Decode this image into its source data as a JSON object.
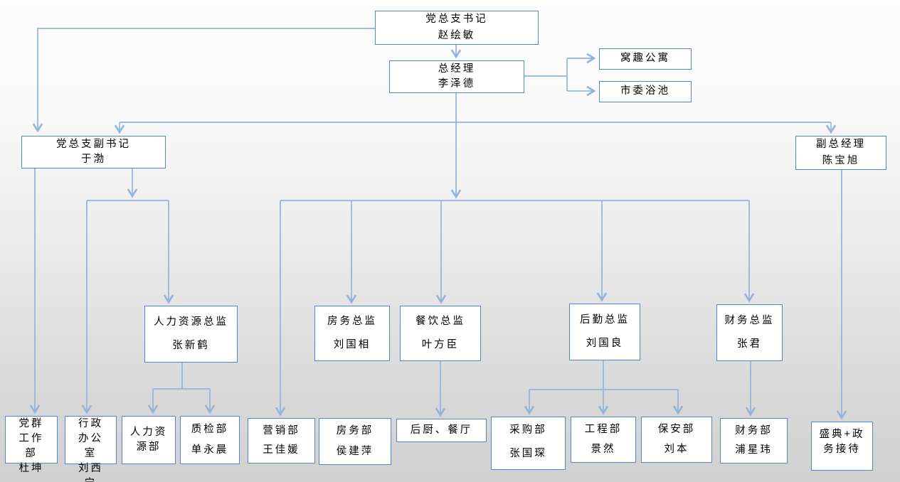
{
  "diagram_type": "org-chart",
  "colors": {
    "box_border": "#5585c8",
    "connector_line": "#94b3d9",
    "box_fill": "#ffffff",
    "text": "#000000",
    "background_top": "#fdfdfd",
    "background_bottom": "#d3d3d3"
  },
  "nodes": {
    "party_secretary": {
      "title": "党总支书记",
      "name": "赵绘敏"
    },
    "general_manager": {
      "title": "总经理",
      "name": "李泽德"
    },
    "woqu_apartment": {
      "label": "窝趣公寓"
    },
    "shiwei_bath": {
      "label": "市委浴池"
    },
    "deputy_party_secretary": {
      "title": "党总支副书记",
      "name": "于渤"
    },
    "deputy_general_manager": {
      "title": "副总经理",
      "name": "陈宝旭"
    },
    "hr_director": {
      "title": "人力资源总监",
      "name": "张新鹤"
    },
    "housekeeping_director": {
      "title": "房务总监",
      "name": "刘国相"
    },
    "fnb_director": {
      "title": "餐饮总监",
      "name": "叶方臣"
    },
    "logistics_director": {
      "title": "后勤总监",
      "name": "刘国良"
    },
    "finance_director": {
      "title": "财务总监",
      "name": "张君"
    },
    "party_mass_dept": {
      "title": "党群工作部",
      "name": "杜坤"
    },
    "admin_office": {
      "title": "行政办公室",
      "name": "刘西宁"
    },
    "hr_dept": {
      "title": "人力资源部"
    },
    "qc_dept": {
      "title": "质检部",
      "name": "单永晨"
    },
    "marketing_dept": {
      "title": "营销部",
      "name": "王佳媛"
    },
    "housekeeping_dept": {
      "title": "房务部",
      "name": "侯建萍"
    },
    "kitchen_dining": {
      "label": "后厨、餐厅"
    },
    "purchasing_dept": {
      "title": "采购部",
      "name": "张国琛"
    },
    "engineering_dept": {
      "title": "工程部",
      "name": "景然"
    },
    "security_dept": {
      "title": "保安部",
      "name": "刘本"
    },
    "finance_dept": {
      "title": "财务部",
      "name": "浦星玮"
    },
    "grand_events": {
      "label": "盛典+政务接待"
    }
  },
  "structure": {
    "edges": [
      [
        "party_secretary",
        "general_manager"
      ],
      [
        "party_secretary",
        "deputy_party_secretary"
      ],
      [
        "general_manager",
        "woqu_apartment"
      ],
      [
        "general_manager",
        "shiwei_bath"
      ],
      [
        "general_manager",
        "deputy_party_secretary"
      ],
      [
        "general_manager",
        "deputy_general_manager"
      ],
      [
        "general_manager",
        "marketing_dept"
      ],
      [
        "general_manager",
        "housekeeping_director"
      ],
      [
        "general_manager",
        "fnb_director"
      ],
      [
        "general_manager",
        "logistics_director"
      ],
      [
        "general_manager",
        "finance_director"
      ],
      [
        "deputy_party_secretary",
        "party_mass_dept"
      ],
      [
        "deputy_party_secretary",
        "admin_office"
      ],
      [
        "deputy_party_secretary",
        "hr_director"
      ],
      [
        "hr_director",
        "hr_dept"
      ],
      [
        "hr_director",
        "qc_dept"
      ],
      [
        "fnb_director",
        "kitchen_dining"
      ],
      [
        "logistics_director",
        "purchasing_dept"
      ],
      [
        "logistics_director",
        "engineering_dept"
      ],
      [
        "logistics_director",
        "security_dept"
      ],
      [
        "finance_director",
        "finance_dept"
      ],
      [
        "deputy_general_manager",
        "grand_events"
      ]
    ],
    "unconnected_nodes": [
      "housekeeping_dept"
    ]
  }
}
